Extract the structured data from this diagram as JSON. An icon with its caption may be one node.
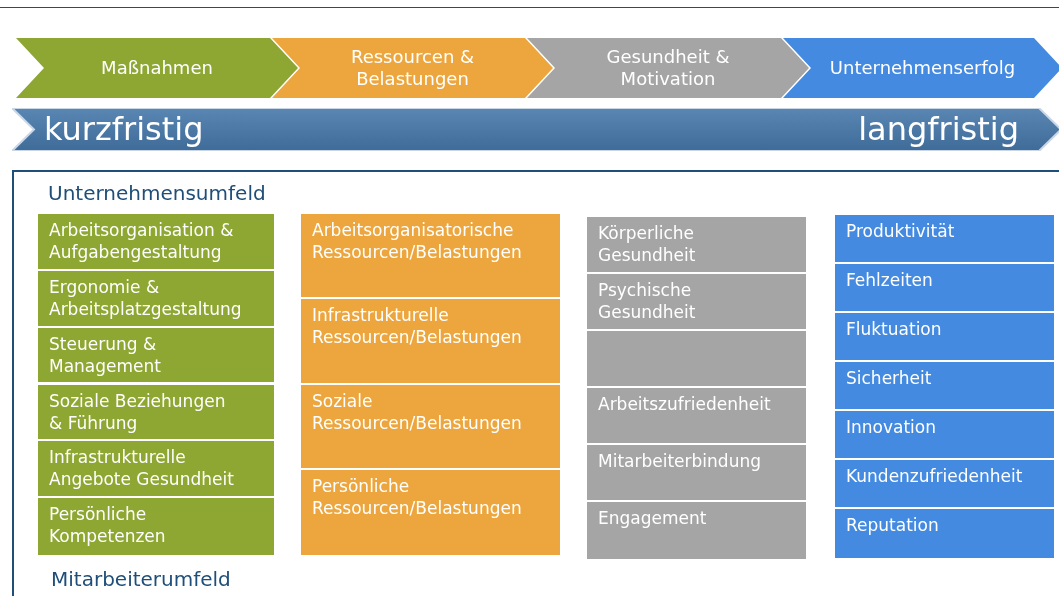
{
  "diagram": {
    "nodes": [
      {
        "text": [
          "Maßnahmen"
        ]
      },
      {
        "text": [
          "Ressourcen & Belastungen"
        ]
      },
      {
        "text": [
          "Gesundheit & Motivation"
        ]
      },
      {
        "text": [
          "Unternehmenserfolg"
        ]
      },
      {
        "text": [
          "kurzfristig",
          "langfristig"
        ]
      },
      {
        "text": [
          "Unternehmensumfeld",
          "Mitarbeiterumfeld"
        ]
      },
      {
        "text": [
          "Arbeitsorganisation & Aufgabengestaltung"
        ],
        "in": 5
      },
      {
        "text": [
          "Ergonomie & Arbeitsplatzgestaltung"
        ],
        "in": 5
      },
      {
        "text": [
          "Steuerung & Management"
        ],
        "in": 5
      },
      {
        "text": [
          "Soziale Beziehungen & Führung"
        ],
        "in": 5
      },
      {
        "text": [
          "Infrastrukturelle Angebote Gesundheit"
        ],
        "in": 5
      },
      {
        "text": [
          "Persönliche Kompetenzen"
        ],
        "in": 5
      },
      {
        "text": [
          "Arbeitsorganisatorische Ressourcen/Belastungen"
        ],
        "in": 5
      },
      {
        "text": [
          "Infrastrukturelle Ressourcen/Belastungen"
        ],
        "in": 5
      },
      {
        "text": [
          "Soziale Ressourcen/Belastungen"
        ],
        "in": 5
      },
      {
        "text": [
          "Persönliche Ressourcen/Belastungen"
        ],
        "in": 5
      },
      {
        "text": [
          "Körperliche Gesundheit"
        ],
        "in": 5
      },
      {
        "text": [
          "Psychische Gesundheit"
        ],
        "in": 5
      },
      {
        "text": [],
        "shape": "box",
        "in": 5
      },
      {
        "text": [
          "Arbeitszufriedenheit"
        ],
        "in": 5
      },
      {
        "text": [
          "Mitarbeiterbindung"
        ],
        "in": 5
      },
      {
        "text": [
          "Engagement"
        ],
        "in": 5
      },
      {
        "text": [
          "Produktivität"
        ],
        "in": 5
      },
      {
        "text": [
          "Fehlzeiten"
        ],
        "in": 5
      },
      {
        "text": [
          "Fluktuation"
        ],
        "in": 5
      },
      {
        "text": [
          "Sicherheit"
        ],
        "in": 5
      },
      {
        "text": [
          "Innovation"
        ],
        "in": 5
      },
      {
        "text": [
          "Kundenzufriedenheit"
        ],
        "in": 5
      },
      {
        "text": [
          "Reputation"
        ],
        "in": 5
      }
    ]
  }
}
